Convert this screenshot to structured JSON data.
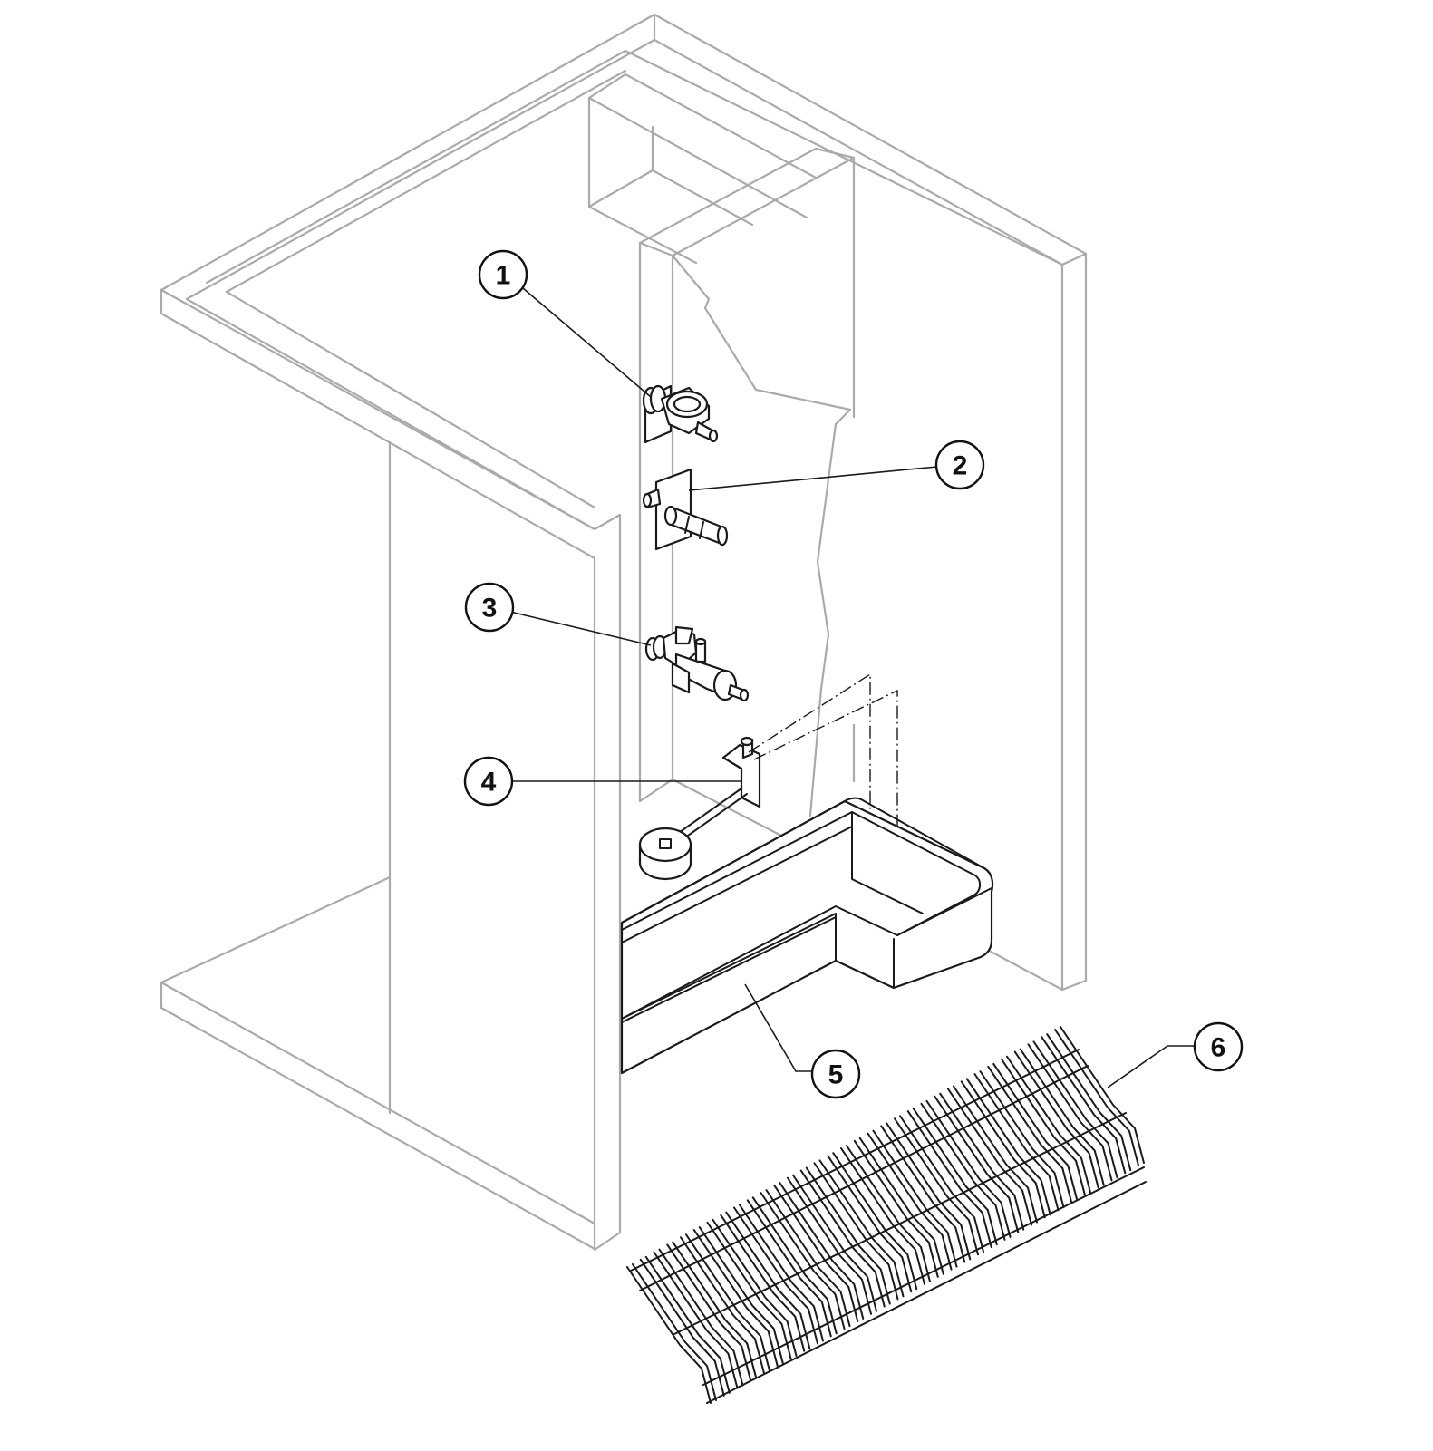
{
  "diagram": {
    "line_colors": {
      "cabinet": "#aaaaaa",
      "parts": "#1a1a1a"
    },
    "callouts": [
      {
        "label": "1",
        "part": "valve"
      },
      {
        "label": "2",
        "part": "wall-fitting"
      },
      {
        "label": "3",
        "part": "drain-valve"
      },
      {
        "label": "4",
        "part": "float-valve"
      },
      {
        "label": "5",
        "part": "drip-tray"
      },
      {
        "label": "6",
        "part": "wire-grille"
      }
    ]
  }
}
